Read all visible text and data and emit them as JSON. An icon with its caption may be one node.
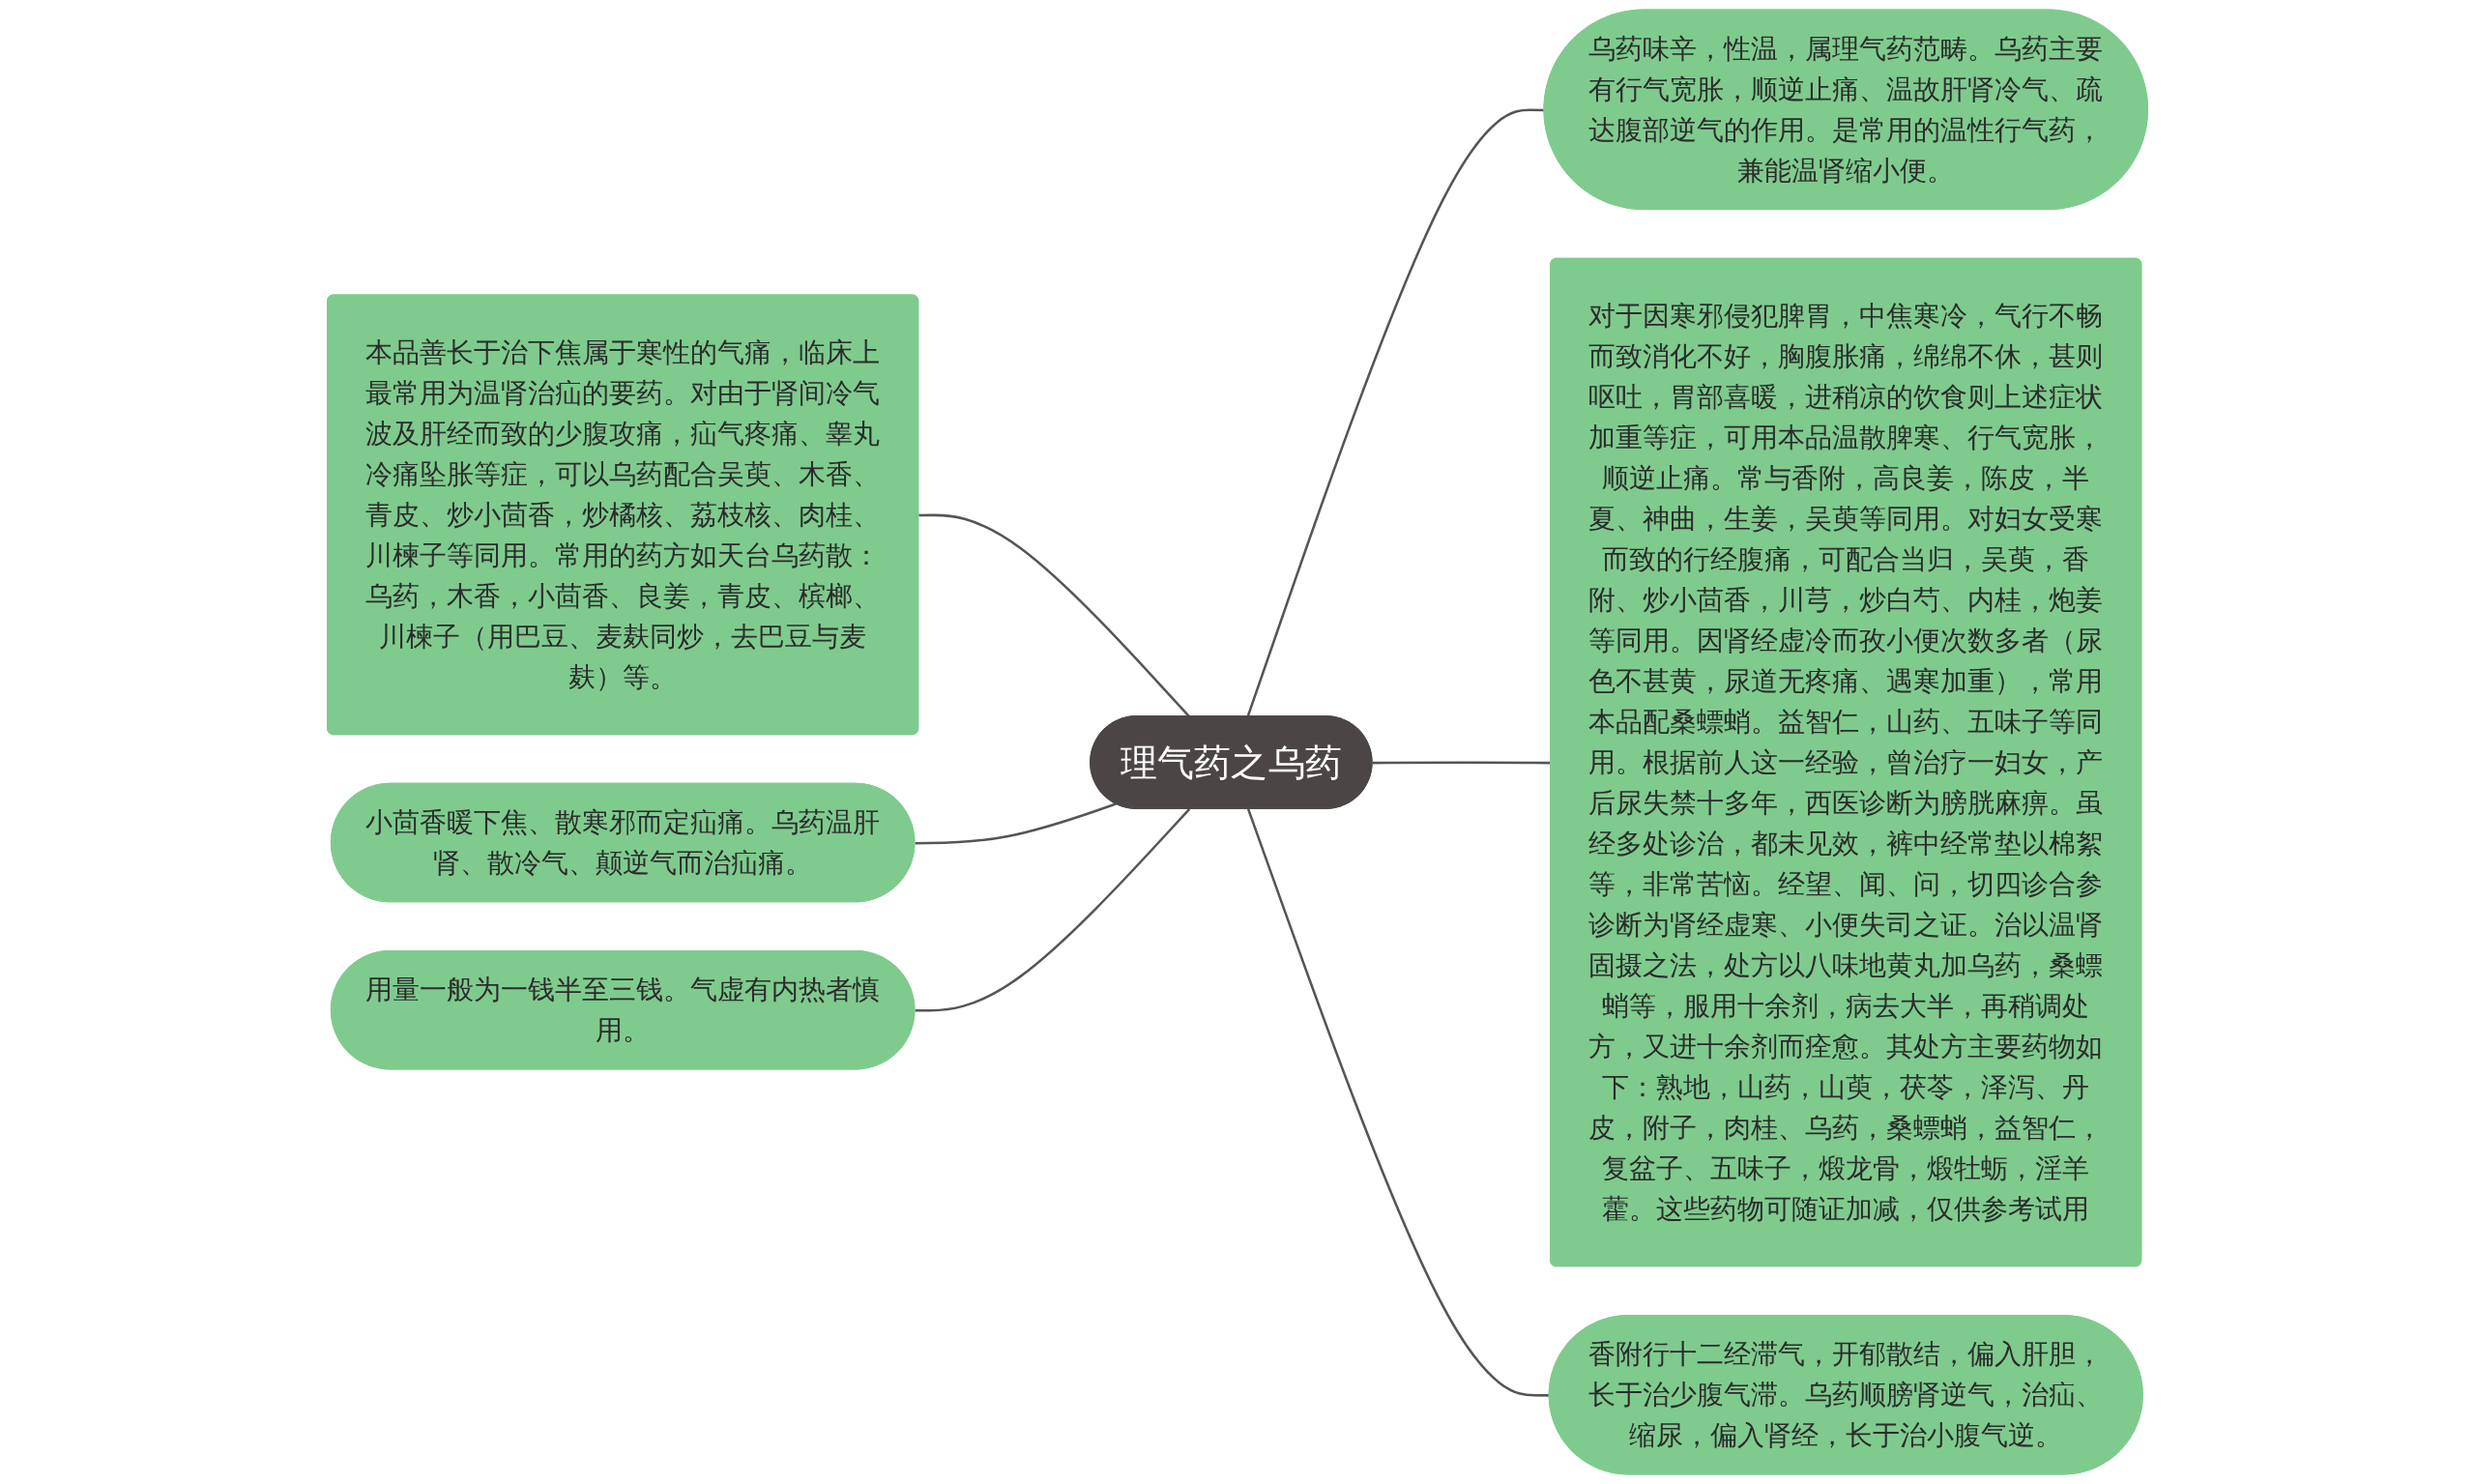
{
  "diagram": {
    "nodes": [
      {
        "text": [
          "理气药之乌药"
        ]
      },
      {
        "text": [
          "乌药味辛，性温，属理气药范畴。乌药主要有行气宽胀，顺逆止痛、温故肝肾冷气、疏达腹部逆气的作用。是常用的温性行气药，兼能温肾缩小便。"
        ]
      },
      {
        "text": [
          "对于因寒邪侵犯脾胃，中焦寒冷，气行不畅而致消化不好，胸腹胀痛，绵绵不休，甚则呕吐，胃部喜暖，进稍凉的饮食则上述症状加重等症，可用本品温散脾寒、行气宽胀，顺逆止痛。常与香附，高良姜，陈皮，半夏、神曲，生姜，吴萸等同用。对妇女受寒而致的行经腹痛，可配合当归，吴萸，香附、炒小茴香，川芎，炒白芍、内桂，炮姜等同用。因肾经虚冷而孜小便次数多者（尿色不甚黄，尿道无疼痛、遇寒加重），常用本品配桑螵蛸。益智仁，山药、五味子等同用。根据前人这一经验，曾治疗一妇女，产后尿失禁十多年，西医诊断为膀胱麻痹。虽经多处诊治，都未见效，裤中经常垫以棉絮等，非常苦恼。经望、闻、问，切四诊合参诊断为肾经虚寒、小便失司之证。治以温肾固摄之法，处方以八味地黄丸加乌药，桑螵蛸等，服用十余剂，病去大半，再稍调处方，又进十余剂而痊愈。其处方主要药物如下：熟地，山药，山萸，茯苓，泽泻、丹皮，附子，肉桂、乌药，桑螵蛸，益智仁，复盆子、五味子，煅龙骨，煅牡蛎，淫羊藿。这些药物可随证加减，仅供参考试用"
        ]
      },
      {
        "text": [
          "香附行十二经滞气，开郁散结，偏入肝胆，长于治少腹气滞。乌药顺膀肾逆气，治疝、缩尿，偏入肾经，长于治小腹气逆。"
        ]
      },
      {
        "text": [
          "本品善长于治下焦属于寒性的气痛，临床上最常用为温肾治疝的要药。对由于肾间冷气波及肝经而致的少腹攻痛，疝气疼痛、睾丸冷痛坠胀等症，可以乌药配合吴萸、木香、青皮、炒小茴香，炒橘核、荔枝核、肉桂、川楝子等同用。常用的药方如天台乌药散：乌药，木香，小茴香、良姜，青皮、槟榔、川楝子（用巴豆、麦麸同炒，去巴豆与麦麸）等。"
        ]
      },
      {
        "text": [
          "小茴香暖下焦、散寒邪而定疝痛。乌药温肝肾、散冷气、颠逆气而治疝痛。"
        ]
      },
      {
        "text": [
          "用量一般为一钱半至三钱。气虚有内热者慎用。"
        ]
      }
    ],
    "edges": [
      {
        "from": 0,
        "to": 1,
        "arrow": "none"
      },
      {
        "from": 0,
        "to": 2,
        "arrow": "none"
      },
      {
        "from": 0,
        "to": 3,
        "arrow": "none"
      },
      {
        "from": 4,
        "to": 0,
        "arrow": "none"
      },
      {
        "from": 5,
        "to": 0,
        "arrow": "none"
      },
      {
        "from": 6,
        "to": 0,
        "arrow": "none"
      }
    ]
  }
}
